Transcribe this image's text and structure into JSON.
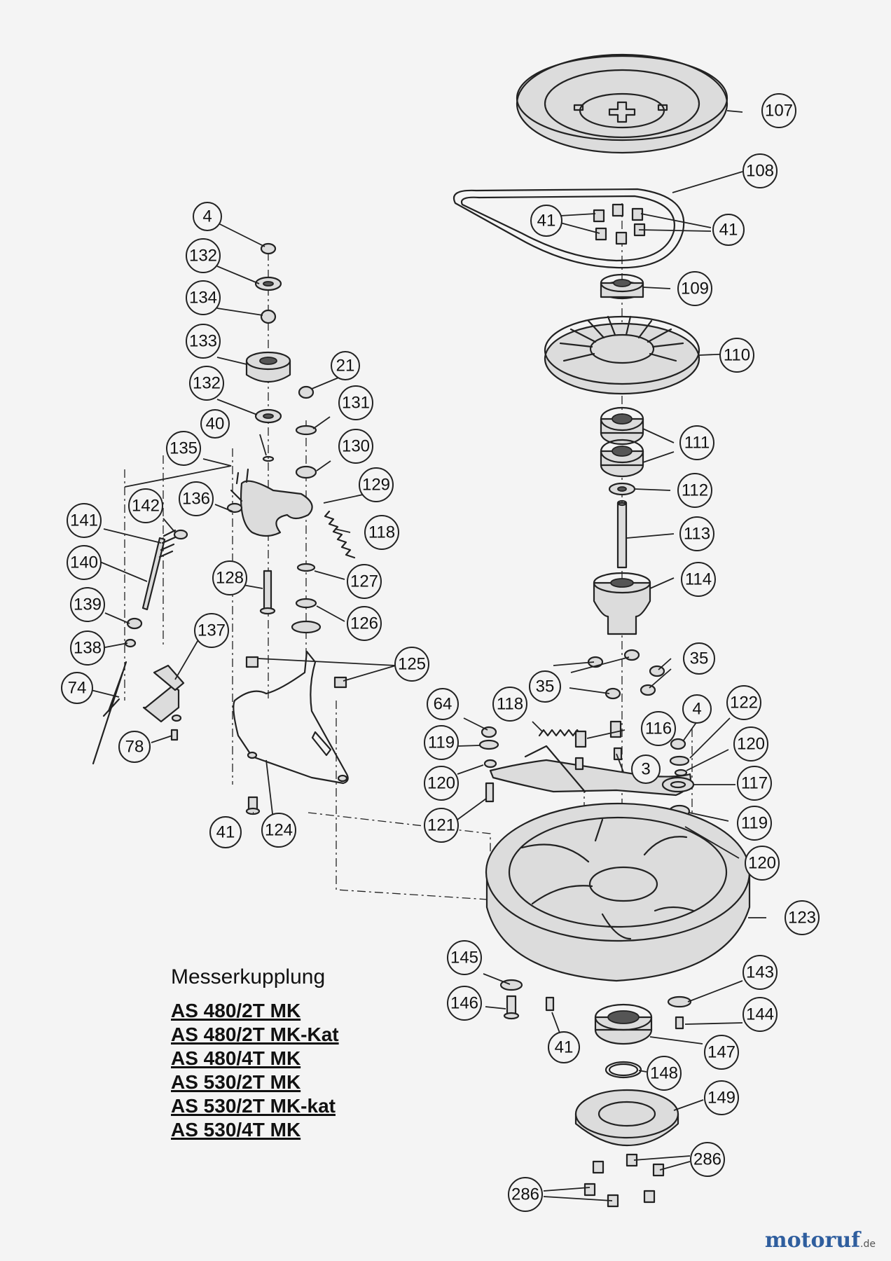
{
  "title": "Messerkupplung",
  "models": [
    "AS 480/2T MK",
    "AS 480/2T MK-Kat",
    "AS 480/4T MK",
    "AS 530/2T MK",
    "AS 530/2T MK-kat",
    "AS 530/4T MK"
  ],
  "brand": {
    "name": "motoruf",
    "tld": ".de",
    "accent": "#2f5e9e"
  },
  "callouts": [
    "4",
    "132",
    "134",
    "133",
    "132",
    "21",
    "131",
    "40",
    "130",
    "135",
    "129",
    "136",
    "118",
    "142",
    "141",
    "140",
    "128",
    "127",
    "139",
    "126",
    "138",
    "137",
    "74",
    "125",
    "78",
    "41",
    "124",
    "107",
    "108",
    "41",
    "41",
    "109",
    "110",
    "111",
    "111",
    "112",
    "113",
    "114",
    "35",
    "35",
    "35",
    "64",
    "118",
    "4",
    "122",
    "116",
    "119",
    "120",
    "3",
    "120",
    "117",
    "121",
    "119",
    "120",
    "123",
    "145",
    "143",
    "146",
    "41",
    "144",
    "147",
    "148",
    "149",
    "286",
    "286"
  ]
}
